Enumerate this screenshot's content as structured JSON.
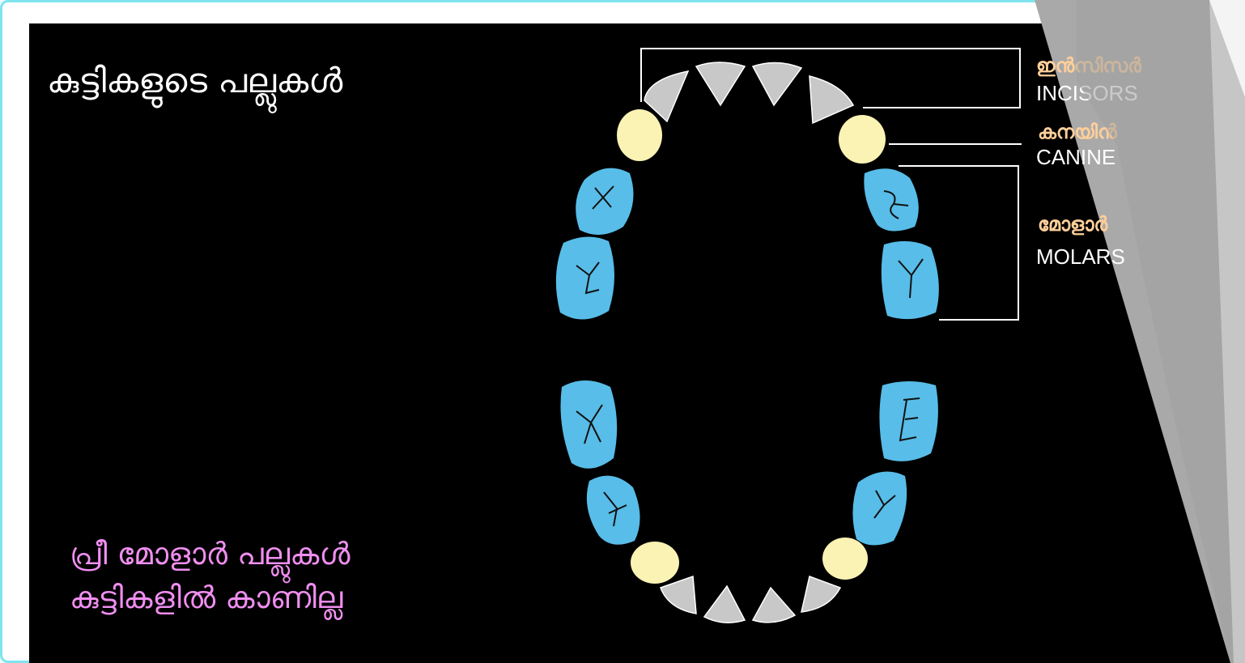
{
  "title": "കുട്ടികളുടെ പല്ലുകൾ",
  "note": {
    "line1": "പ്രീ മോളാർ പല്ലുകൾ",
    "line2": "കുട്ടികളിൽ കാണില്ല"
  },
  "labels": {
    "incisors_ml": "ഇൻസിസർ",
    "incisors_en": "INCISORS",
    "canine_ml": "കനയിൻ",
    "canine_en": "CANINE",
    "molars_ml": "മോളാർ",
    "molars_en": "MOLARS"
  },
  "colors": {
    "background": "#000000",
    "incisor": "#c8c8c8",
    "canine": "#fbf3b4",
    "molar": "#58bde8",
    "note": "#f08ef0",
    "label_ml": "#ffcf9a"
  }
}
